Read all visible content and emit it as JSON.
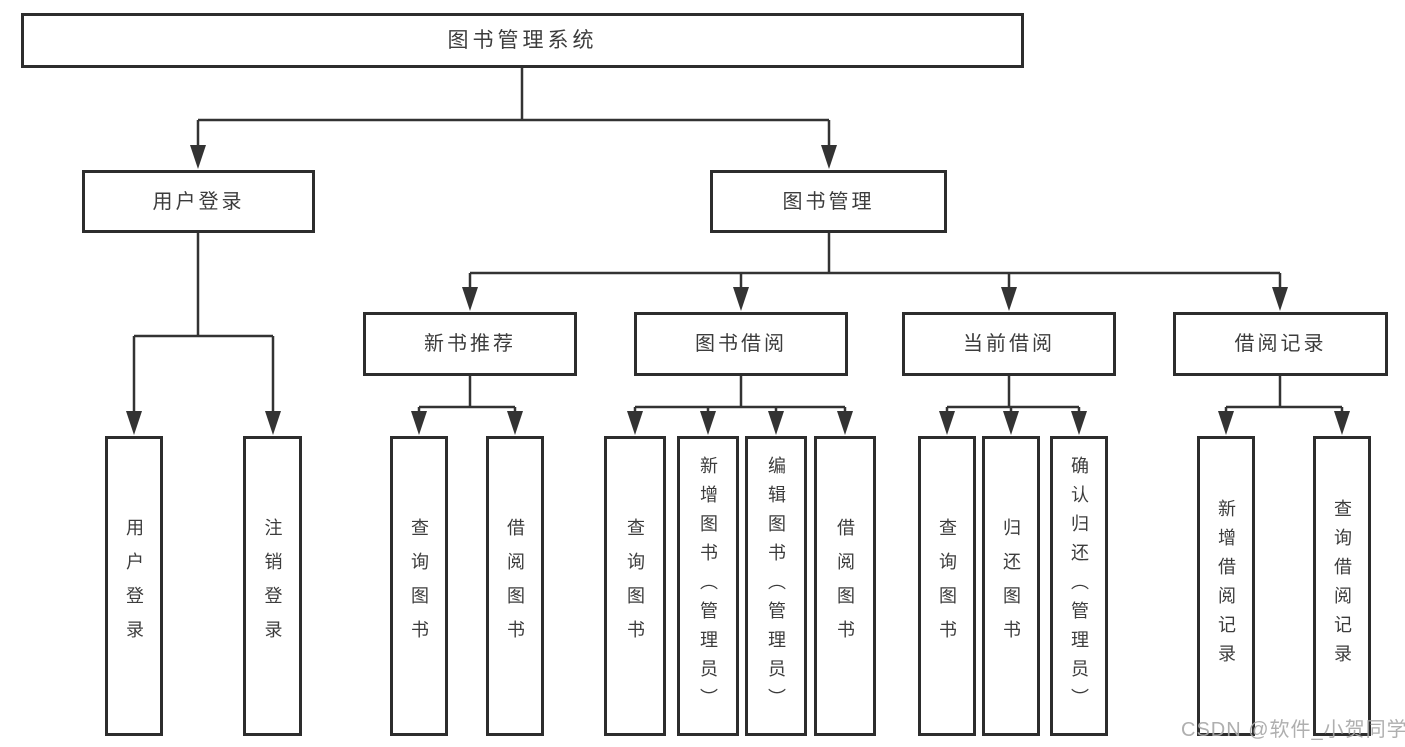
{
  "diagram": {
    "root": {
      "label": "图书管理系统"
    },
    "branches": [
      {
        "label": "用户登录",
        "children": [
          {
            "label": "用户登录"
          },
          {
            "label": "注销登录"
          }
        ]
      },
      {
        "label": "图书管理",
        "children": [
          {
            "label": "新书推荐",
            "children": [
              {
                "label": "查询图书"
              },
              {
                "label": "借阅图书"
              }
            ]
          },
          {
            "label": "图书借阅",
            "children": [
              {
                "label": "查询图书"
              },
              {
                "label": "新增图书（管理员）"
              },
              {
                "label": "编辑图书（管理员）"
              },
              {
                "label": "借阅图书"
              }
            ]
          },
          {
            "label": "当前借阅",
            "children": [
              {
                "label": "查询图书"
              },
              {
                "label": "归还图书"
              },
              {
                "label": "确认归还（管理员）"
              }
            ]
          },
          {
            "label": "借阅记录",
            "children": [
              {
                "label": "新增借阅记录"
              },
              {
                "label": "查询借阅记录"
              }
            ]
          }
        ]
      }
    ]
  },
  "watermark": {
    "text": "CSDN @软件_小贺同学"
  },
  "colors": {
    "line": "#333333",
    "node_border": "#2d2d2d",
    "node_text": "#3c3c3c",
    "watermark": "#a8a8a8",
    "background": "#ffffff"
  }
}
